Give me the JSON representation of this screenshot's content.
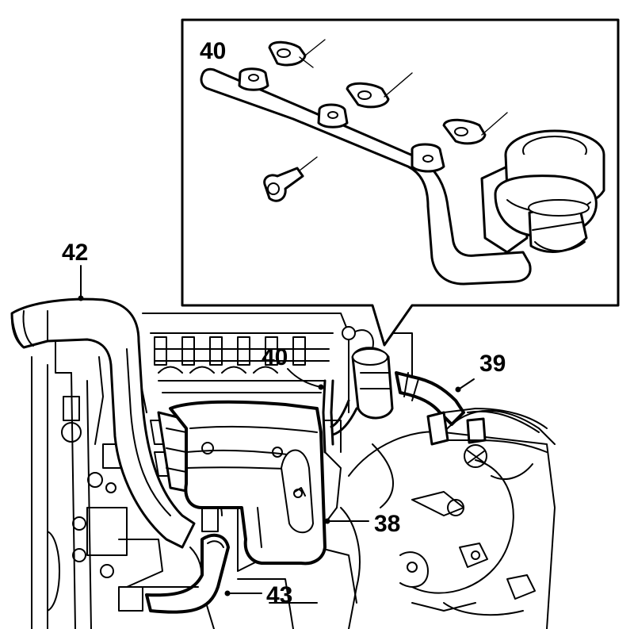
{
  "diagram": {
    "callouts": [
      {
        "id": "40-inset",
        "label": "40"
      },
      {
        "id": "42",
        "label": "42"
      },
      {
        "id": "40",
        "label": "40"
      },
      {
        "id": "39",
        "label": "39"
      },
      {
        "id": "38",
        "label": "38"
      },
      {
        "id": "43",
        "label": "43"
      }
    ]
  },
  "colors": {
    "ink": "#000000",
    "paper": "#ffffff"
  }
}
